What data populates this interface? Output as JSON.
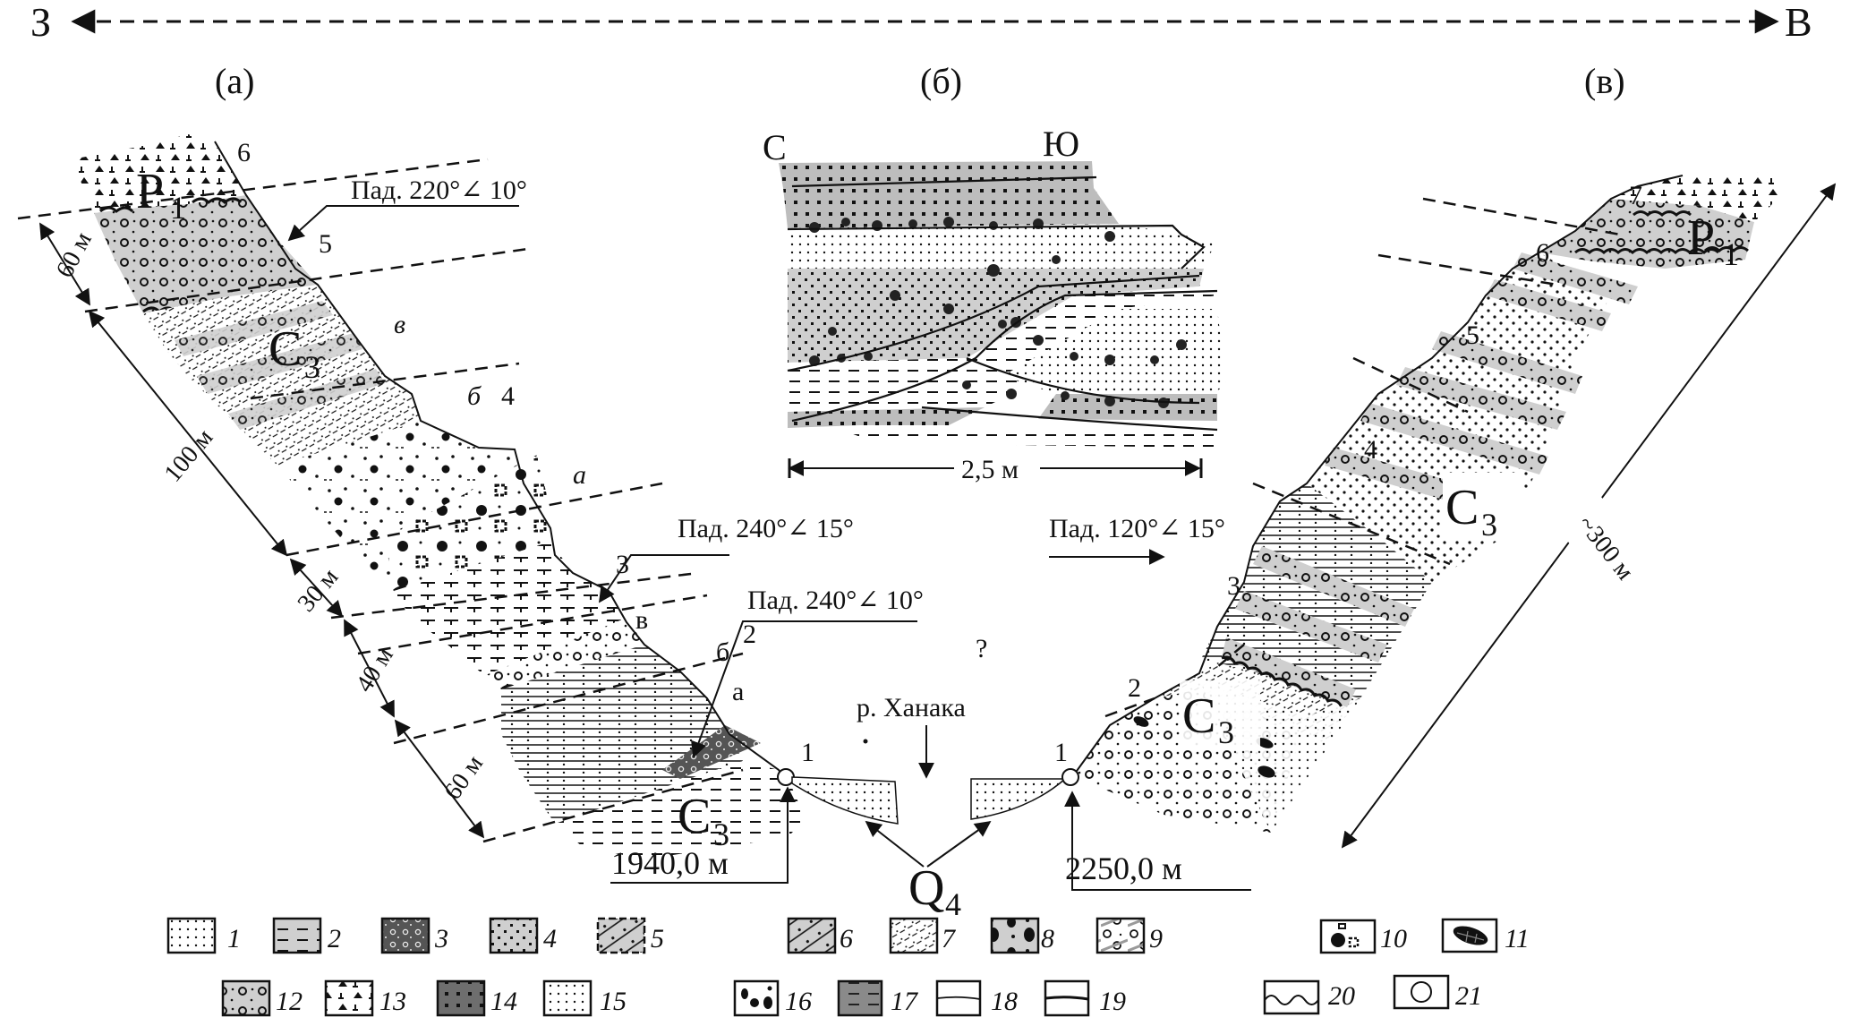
{
  "orientation": {
    "west_label": "З",
    "east_label": "В"
  },
  "panels": {
    "a": "(а)",
    "b": "(б)",
    "c": "(в)"
  },
  "panel_a": {
    "unit_numbers": [
      "6",
      "5",
      "4",
      "3",
      "2",
      "1"
    ],
    "subunit_labels_unit4": [
      "в",
      "б",
      "а"
    ],
    "subunit_labels_unit2": [
      "в",
      "б",
      "а"
    ],
    "strat_labels": [
      {
        "main": "P",
        "sub": "1"
      },
      {
        "main": "C",
        "sub": "3"
      },
      {
        "main": "C",
        "sub": "3"
      }
    ],
    "thicknesses": [
      "60 м",
      "100 м",
      "30 м",
      "40 м",
      "60 м"
    ],
    "dips": [
      "Пад. 220°∠ 10°",
      "Пад. 240°∠ 15°",
      "Пад. 240°∠ 10°"
    ],
    "elevation": "1940,0 м"
  },
  "panel_b": {
    "north_label": "С",
    "south_label": "Ю",
    "scale_label": "2,5 м"
  },
  "panel_c": {
    "unit_numbers": [
      "7",
      "6",
      "5",
      "4",
      "3",
      "2",
      "1"
    ],
    "strat_labels": [
      {
        "main": "P",
        "sub": "1"
      },
      {
        "main": "C",
        "sub": "3"
      },
      {
        "main": "C",
        "sub": "3"
      }
    ],
    "thickness": "~300 м",
    "dip": "Пад. 120°∠ 15°",
    "elevation": "2250,0 м"
  },
  "valley": {
    "river_label": "р. Ханака",
    "question_mark": "?",
    "quaternary": {
      "main": "Q",
      "sub": "4"
    }
  },
  "legend": {
    "row1": [
      "1",
      "2",
      "3",
      "4",
      "5",
      "6",
      "7",
      "8",
      "9",
      "10",
      "11"
    ],
    "row2": [
      "12",
      "13",
      "14",
      "15",
      "16",
      "17",
      "18",
      "19",
      "20",
      "21"
    ]
  }
}
